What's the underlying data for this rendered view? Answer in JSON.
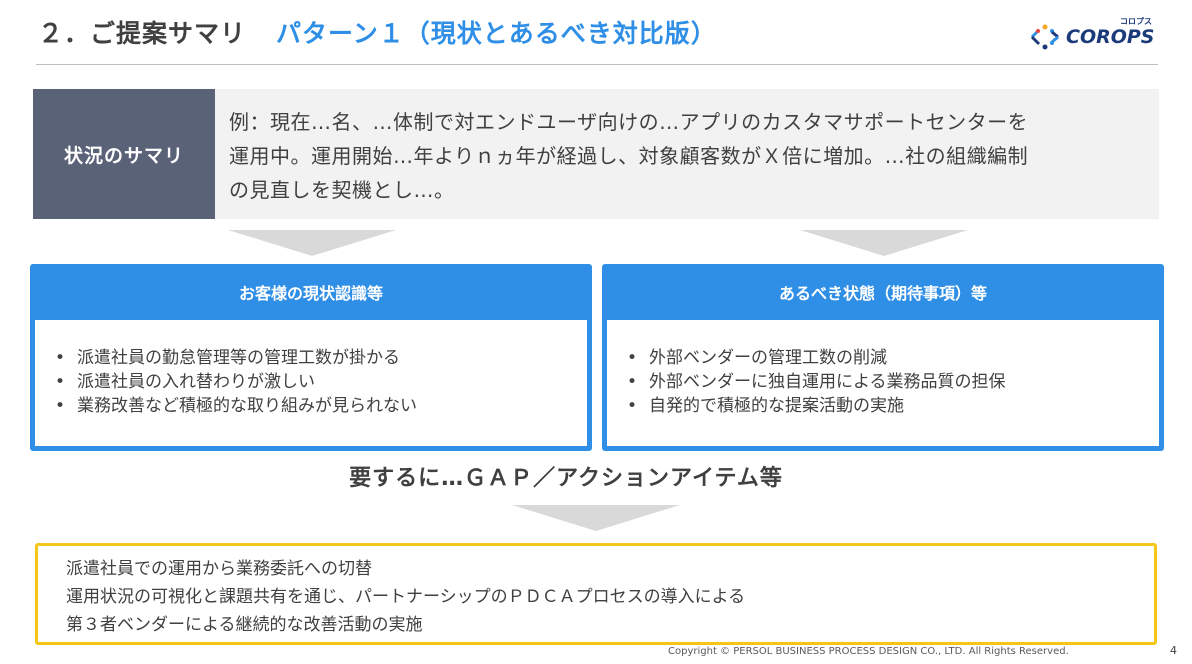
{
  "header": {
    "title_main": "２．ご提案サマリ",
    "title_sub": "パターン１（現状とあるべき対比版）",
    "logo_word": "COROPS",
    "logo_kana": "コロプス"
  },
  "summary": {
    "label": "状況のサマリ",
    "lines": [
      "例：現在…名、…体制で対エンドユーザ向けの…アプリのカスタマサポートセンターを",
      "運用中。運用開始…年よりｎヵ年が経過し、対象顧客数がＸ倍に増加。…社の組織編制",
      "の見直しを契機とし…。"
    ]
  },
  "current_panel": {
    "title": "お客様の現状認識等",
    "items": [
      "派遣社員の勤怠管理等の管理工数が掛かる",
      "派遣社員の入れ替わりが激しい",
      "業務改善など積極的な取り組みが見られない"
    ]
  },
  "ideal_panel": {
    "title": "あるべき状態（期待事項）等",
    "items": [
      "外部ベンダーの管理工数の削減",
      "外部ベンダーに独自運用による業務品質の担保",
      "自発的で積極的な提案活動の実施"
    ]
  },
  "gap": {
    "label": "要するに…ＧＡＰ／アクションアイテム等"
  },
  "actions": {
    "lines": [
      "派遣社員での運用から業務委託への切替",
      "運用状況の可視化と課題共有を通じ、パートナーシップのＰＤＣＡプロセスの導入による",
      "第３者ベンダーによる継続的な改善活動の実施"
    ]
  },
  "footer": {
    "copyright": "Copyright © PERSOL BUSINESS PROCESS DESIGN CO., LTD. All Rights Reserved.",
    "page_number": "4"
  },
  "colors": {
    "accent_blue": "#2f8fe6",
    "summary_label_bg": "#5a6278",
    "highlight_yellow": "#f5c518",
    "logo_navy": "#1b3a7a"
  }
}
